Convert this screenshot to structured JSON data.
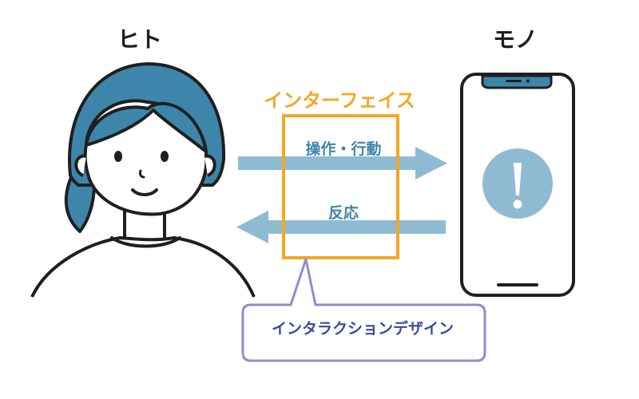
{
  "labels": {
    "person": "ヒト",
    "device": "モノ",
    "interface": "インターフェイス",
    "action": "操作・行動",
    "reaction": "反応",
    "callout": "インタラクションデザイン"
  },
  "icons": {
    "person": "woman-illustration",
    "device": "smartphone",
    "notification": "exclamation-mark"
  },
  "colors": {
    "accent_orange": "#f6a623",
    "hair_blue": "#3d85aa",
    "arrow_blue": "#8fbbd2",
    "label_blue": "#3d85aa",
    "callout_navy": "#3b4a9c",
    "callout_border": "#8c8fcc",
    "outline": "#1f1f1f"
  }
}
